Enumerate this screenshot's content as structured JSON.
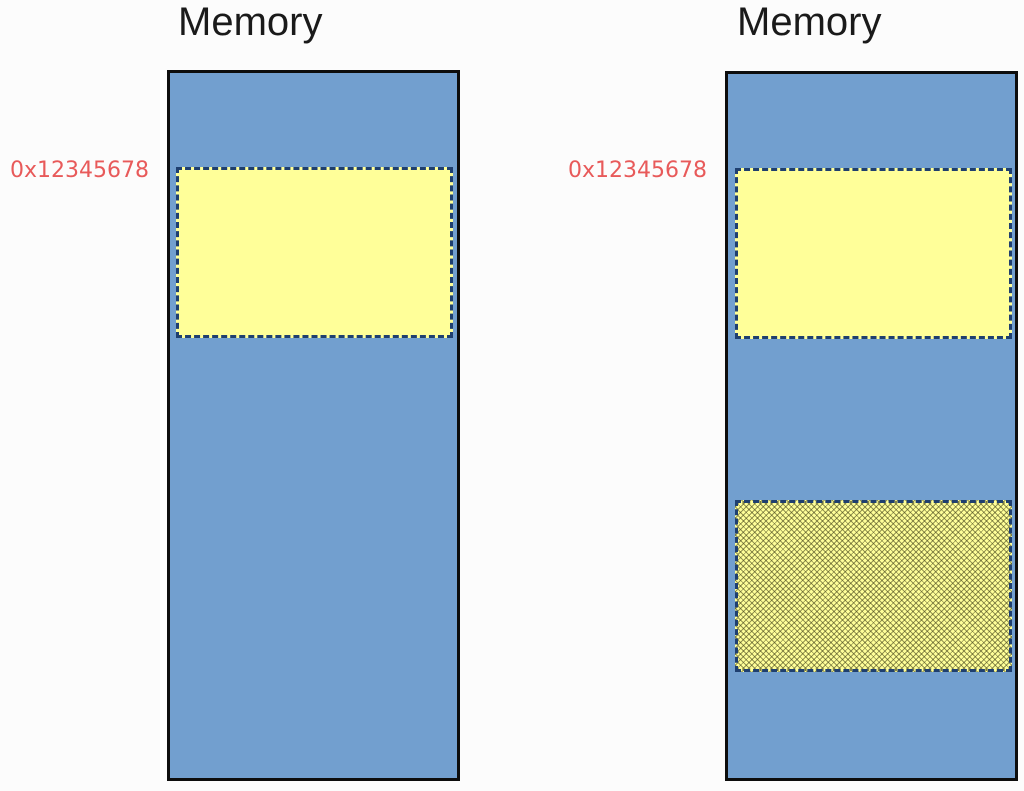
{
  "panels": [
    {
      "title": "Memory",
      "address_label": "0x12345678",
      "blocks": [
        "allocated"
      ]
    },
    {
      "title": "Memory",
      "address_label": "0x12345678",
      "blocks": [
        "allocated",
        "copy-hatched"
      ]
    }
  ],
  "colors": {
    "memory_fill": "#729fcf",
    "block_fill": "#ffff99",
    "block_border": "#1f3f6f",
    "address_text": "#e85a5a"
  }
}
